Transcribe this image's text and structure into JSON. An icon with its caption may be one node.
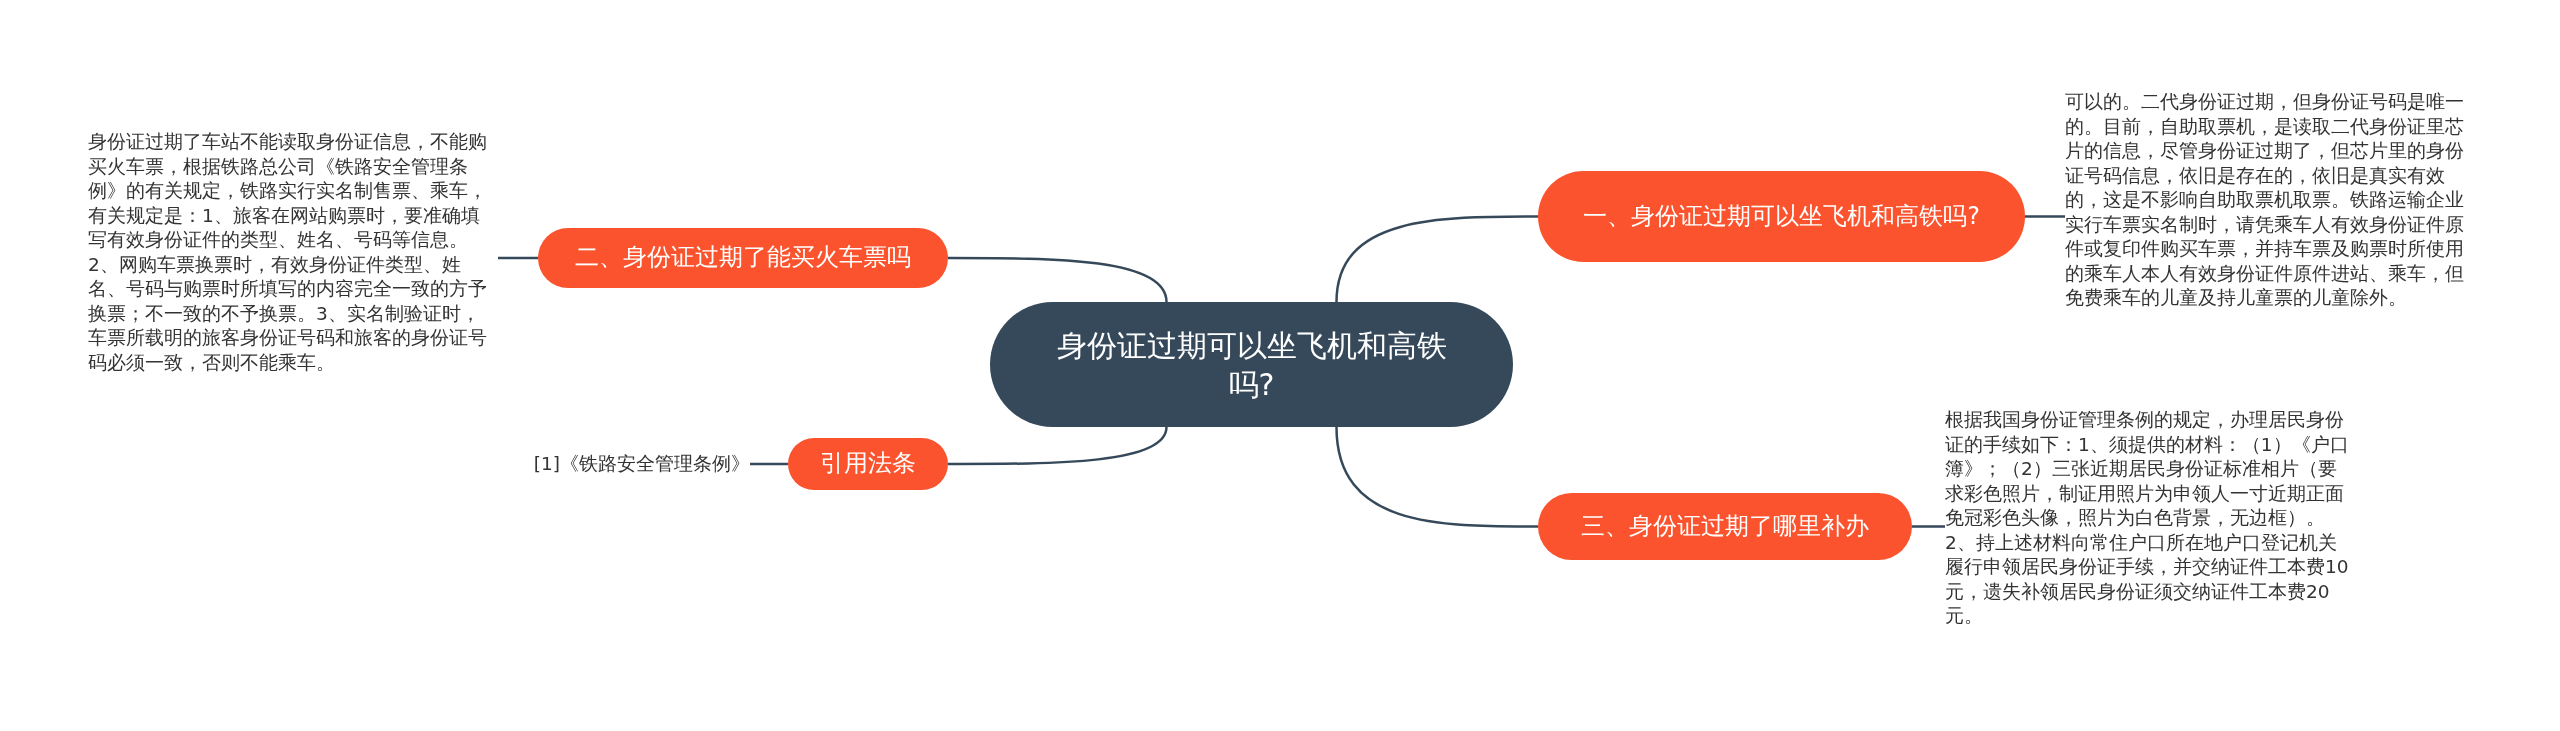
{
  "diagram": {
    "nodes": [
      {
        "text": [
          "身份证过期可以坐飞机和高铁吗?"
        ]
      },
      {
        "text": [
          "一、身份证过期可以坐飞机和高铁吗?"
        ]
      },
      {
        "text": [
          "可以的。二代身份证过期，但身份证号码是唯一的。目前，自助取票机，是读取二代身份证里芯片的信息，尽管身份证过期了，但芯片里的身份证号码信息，依旧是存在的，依旧是真实有效的，这是不影响自助取票机取票。铁路运输企业实行车票实名制时，请凭乘车人有效身份证件原件或复印件购买车票，并持车票及购票时所使用的乘车人本人有效身份证件原件进站、乘车，但免费乘车的儿童及持儿童票的儿童除外。"
        ]
      },
      {
        "text": [
          "二、身份证过期了能买火车票吗"
        ]
      },
      {
        "text": [
          "身份证过期了车站不能读取身份证信息，不能购买火车票，根据铁路总公司《铁路安全管理条例》的有关规定，铁路实行实名制售票、乘车，有关规定是：1、旅客在网站购票时，要准确填写有效身份证件的类型、姓名、号码等信息。2、网购车票换票时，有效身份证件类型、姓名、号码与购票时所填写的内容完全一致的方予换票；不一致的不予换票。3、实名制验证时，车票所载明的旅客身份证号码和旅客的身份证号码必须一致，否则不能乘车。"
        ]
      },
      {
        "text": [
          "三、身份证过期了哪里补办"
        ]
      },
      {
        "text": [
          "根据我国身份证管理条例的规定，办理居民身份证的手续如下：1、须提供的材料：（1）《户口簿》；（2）三张近期居民身份证标准相片（要求彩色照片，制证用照片为申领人一寸近期正面免冠彩色头像，照片为白色背景，无边框）。2、持上述材料向常住户口所在地户口登记机关履行申领居民身份证手续，并交纳证件工本费10元，遗失补领居民身份证须交纳证件工本费20元。"
        ]
      },
      {
        "text": [
          "引用法条"
        ]
      },
      {
        "text": [
          "[1]《铁路安全管理条例》"
        ]
      }
    ],
    "edges": [
      {
        "from": 0,
        "to": 1,
        "arrow": "none"
      },
      {
        "from": 1,
        "to": 2,
        "arrow": "none"
      },
      {
        "from": 0,
        "to": 3,
        "arrow": "none"
      },
      {
        "from": 3,
        "to": 4,
        "arrow": "none"
      },
      {
        "from": 0,
        "to": 5,
        "arrow": "none"
      },
      {
        "from": 5,
        "to": 6,
        "arrow": "none"
      },
      {
        "from": 0,
        "to": 7,
        "arrow": "none"
      },
      {
        "from": 7,
        "to": 8,
        "arrow": "none"
      }
    ]
  }
}
